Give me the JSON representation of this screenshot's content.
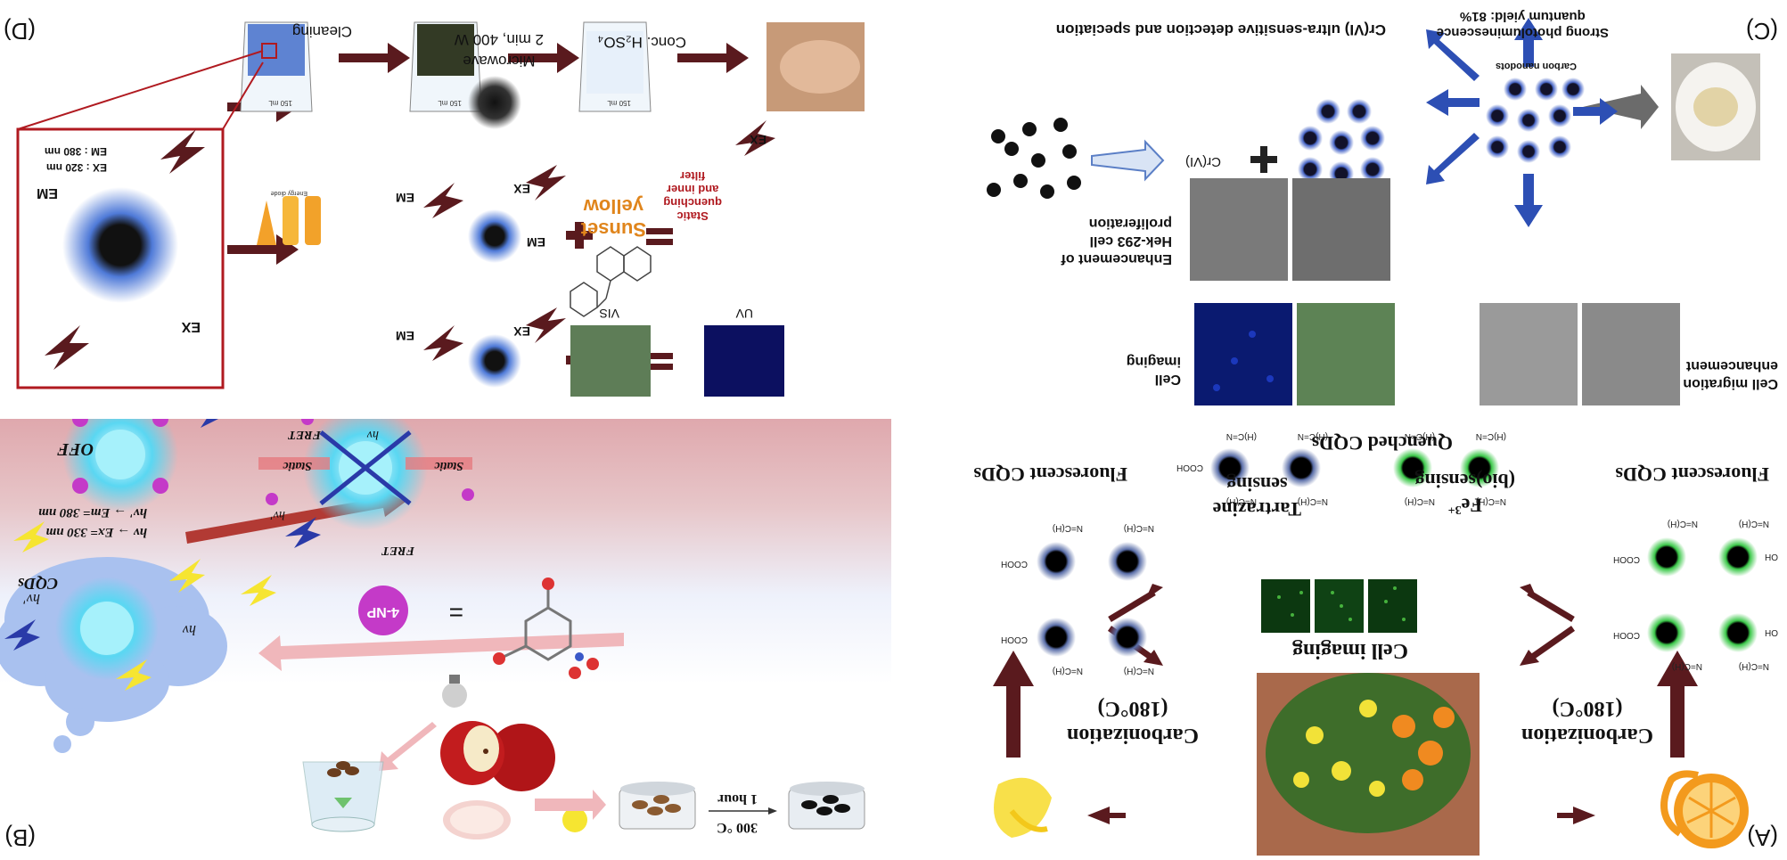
{
  "panel_a": {
    "letter": "(A)",
    "left_step": [
      "Carbonization",
      "(180°C)"
    ],
    "right_step": [
      "Carbonization",
      "(180°C)"
    ],
    "left_title": "Fluorescent CQDs",
    "right_title": "Fluorescent CQDs",
    "center_title": "Cell imaging",
    "fe_sensing": [
      "Fe",
      "3+",
      "(bio)sensing"
    ],
    "tartrazine": [
      "Tartrazine",
      "sensing"
    ],
    "quenched": "Quenched CQDs",
    "group_nch": "N=C(H)",
    "group_hcn": "(H)C=N",
    "group_cooh": "COOH",
    "group_oh": "OH",
    "color_green": "#3cc84a",
    "color_blue": "#5a6ea8"
  },
  "panel_b": {
    "letter": "(B)",
    "temp": "300 °C",
    "time": "1 hour",
    "np_badge": "4-NP",
    "eq": "=",
    "cqds": "CQDs",
    "hv": "hv",
    "hvp": "hv'",
    "fret": "FRET",
    "static": "Static",
    "off": "OFF",
    "ex_line": "hv → Ex= 330 nm",
    "em_line": "hv' → Em= 380 nm",
    "color_np": "#c43ac8"
  },
  "panel_c": {
    "letter": "(C)",
    "center": "Carbon nanodots",
    "qy": [
      "Strong photoluminescence",
      "quantum yield: 81%"
    ],
    "cr_title": "Cr(VI) ultra-sensitive detection and speciation",
    "cr_label": "Cr(VI)",
    "plus": "+",
    "prolif": [
      "Enhancement of",
      "Hek-293 cell",
      "proliferation"
    ],
    "migration": [
      "Cell migration",
      "enhancement"
    ],
    "imaging": [
      "Cell",
      "imaging"
    ]
  },
  "panel_d": {
    "letter": "(D)",
    "step1": "Conc. H₂SO₄",
    "step2": [
      "Microwave",
      "2 min, 400 W"
    ],
    "step3": "Cleaning",
    "beaker": "150 mL",
    "sunset": [
      "Sunset",
      "yellow"
    ],
    "filter": [
      "Static",
      "quenching",
      "and inner",
      "filter"
    ],
    "ex": "EX",
    "em": "EM",
    "vis": "VIS",
    "uv": "UV",
    "zoom_ex": "EX : 320 nm",
    "zoom_em": "EM : 380 nm",
    "energy": "Energy diode"
  }
}
